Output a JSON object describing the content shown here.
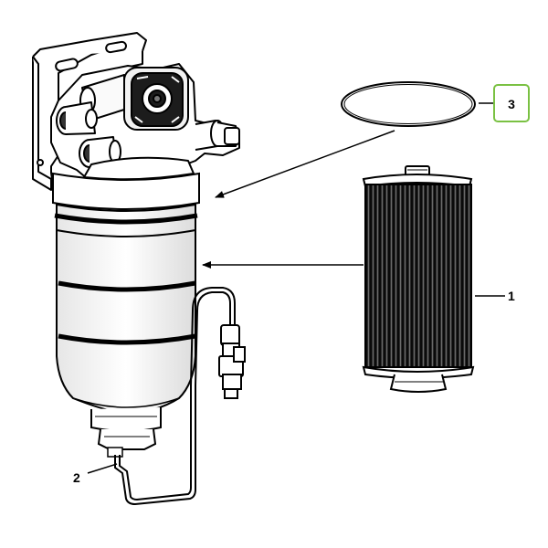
{
  "callouts": {
    "c1": "1",
    "c2": "2",
    "c3": "3"
  },
  "colors": {
    "highlight_box": "#7ac143",
    "line_art": "#000000",
    "background": "#ffffff"
  },
  "parts": [
    "filter-head-icon",
    "filter-bowl-icon",
    "water-in-fuel-sensor-icon",
    "filter-element-icon",
    "o-ring-icon"
  ]
}
